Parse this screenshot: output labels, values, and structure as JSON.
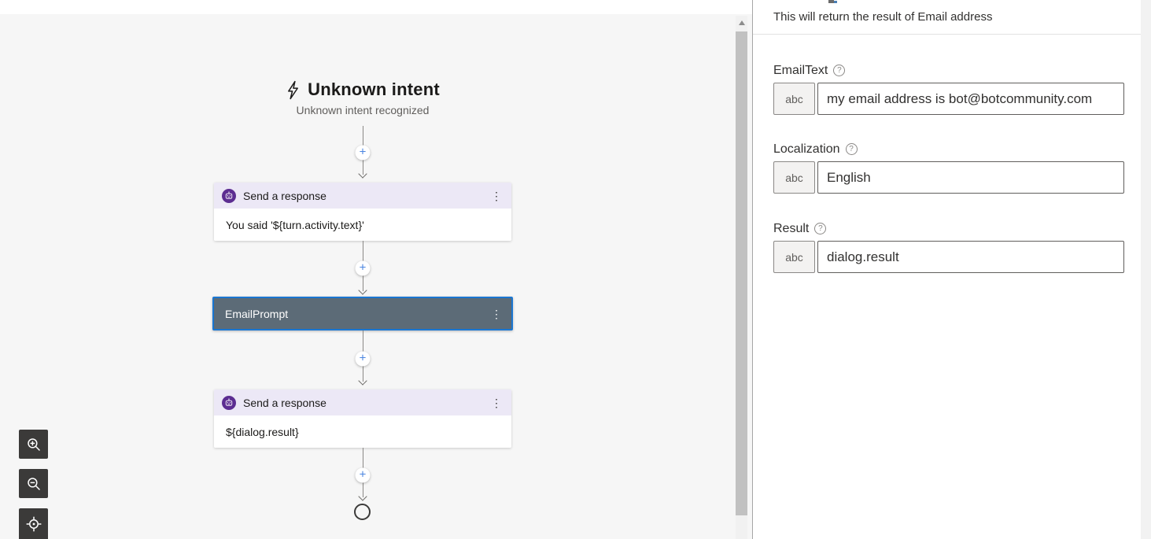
{
  "canvas": {
    "trigger": {
      "title": "Unknown intent",
      "subtitle": "Unknown intent recognized"
    },
    "nodes": [
      {
        "header": "Send a response",
        "body": "You said '${turn.activity.text}'"
      },
      {
        "header": "EmailPrompt",
        "selected": true
      },
      {
        "header": "Send a response",
        "body": "${dialog.result}"
      }
    ],
    "icons": {
      "plus": "+",
      "kebab": "⋮",
      "trigger_icon": "lightning-bolt",
      "node_icon": "bot",
      "zoom_in": "magnifier-plus",
      "zoom_out": "magnifier-minus",
      "fit_view": "crosshair"
    },
    "colors": {
      "canvas_bg": "#f6f6f6",
      "send_response_header": "#ece8f6",
      "bot_badge": "#5c2d91",
      "selected_node_fill": "#5c6b77",
      "selected_node_border": "#1976d2",
      "plus_accent": "#4a85e0",
      "toolbar_button": "#3b3a39"
    }
  },
  "panel": {
    "description": "This will return the result of Email address",
    "help_icon": "?",
    "fields": [
      {
        "label": "EmailText",
        "prefix": "abc",
        "value": "my email address is bot@botcommunity.com"
      },
      {
        "label": "Localization",
        "prefix": "abc",
        "value": "English"
      },
      {
        "label": "Result",
        "prefix": "abc",
        "value": "dialog.result"
      }
    ]
  }
}
